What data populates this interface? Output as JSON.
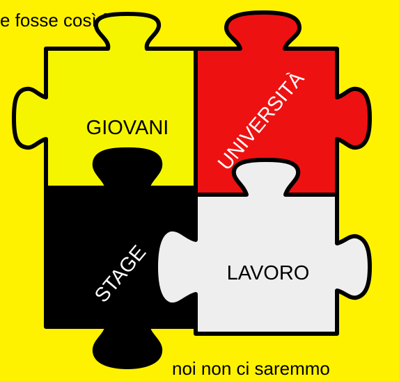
{
  "captions": {
    "top": "e fosse così facile",
    "bottom": "noi non ci saremmo"
  },
  "pieces": {
    "giovani": {
      "label": "GIOVANI",
      "fill": "#f5f500",
      "text_color": "#000000"
    },
    "universita": {
      "label": "UNIVERSITÀ",
      "fill": "#ee1111",
      "text_color": "#ffffff"
    },
    "stage": {
      "label": "STAGE",
      "fill": "#000000",
      "text_color": "#ffffff"
    },
    "lavoro": {
      "label": "LAVORO",
      "fill": "#eeeeee",
      "text_color": "#000000"
    }
  },
  "colors": {
    "background": "#fff200",
    "outline": "#000000"
  }
}
